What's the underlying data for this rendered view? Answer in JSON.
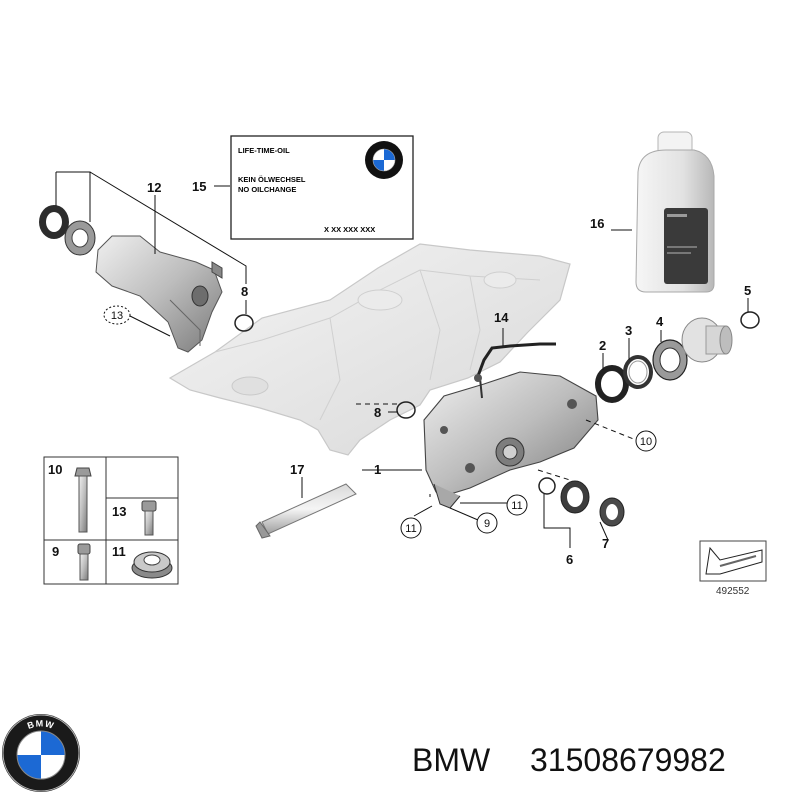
{
  "diagram": {
    "callouts": {
      "c1": "1",
      "c2": "2",
      "c3": "3",
      "c4": "4",
      "c5": "5",
      "c6": "6",
      "c7": "7",
      "c8a": "8",
      "c8b": "8",
      "c9": "9",
      "c10": "10",
      "c11a": "11",
      "c11b": "11",
      "c12": "12",
      "c13": "13",
      "c14": "14",
      "c15": "15",
      "c16": "16",
      "c17": "17"
    },
    "parts_table": {
      "r10": "10",
      "r13": "13",
      "r9": "9",
      "r11": "11"
    },
    "label": {
      "line1": "LIFE-TIME-OIL",
      "line2": "KEIN ÖLWECHSEL",
      "line3": "NO OILCHANGE",
      "code": "X XX XXX XXX"
    },
    "reference_number": "492552"
  },
  "footer": {
    "brand": "BMW",
    "part_number": "31508679982",
    "logo_ring_text": "BMW"
  },
  "colors": {
    "bmw_blue": "#1c69d4",
    "line": "#111111",
    "part_gray": "#e6e6e6"
  }
}
